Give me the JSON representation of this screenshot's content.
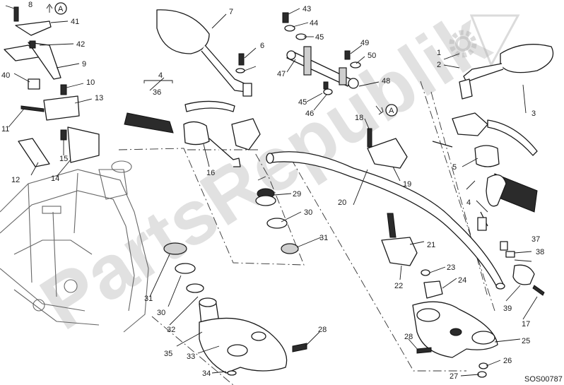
{
  "callouts": [
    "1",
    "2",
    "3",
    "4",
    "5",
    "6",
    "7",
    "8",
    "9",
    "10",
    "11",
    "12",
    "13",
    "14",
    "15",
    "16",
    "17",
    "18",
    "19",
    "20",
    "21",
    "22",
    "23",
    "24",
    "25",
    "26",
    "27",
    "28",
    "29",
    "30",
    "31",
    "32",
    "33",
    "34",
    "35",
    "36",
    "37",
    "38",
    "39",
    "40",
    "41",
    "42",
    "43",
    "44",
    "45",
    "46",
    "47",
    "48",
    "49",
    "50"
  ],
  "ref_marker": "A",
  "watermark": "PartsRepublik",
  "drawing_code": "SOS00787",
  "icons": {
    "logo": "gear-logo-icon"
  }
}
